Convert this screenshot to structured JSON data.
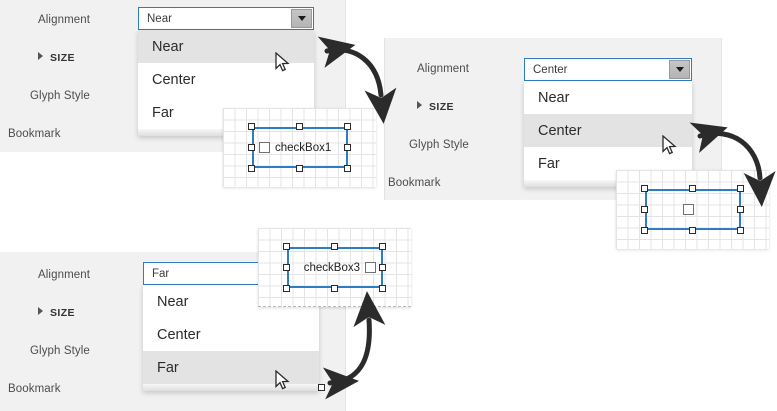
{
  "meta": {
    "accent_blue": "#2e7cc4",
    "panel_bg": "#f1f1f1",
    "highlight_bg": "#e3e3e3",
    "combo_border": "#2d7dbf"
  },
  "panels": [
    {
      "id": "top-left",
      "labels": {
        "alignment": "Alignment",
        "size": "SIZE",
        "glyph_style": "Glyph Style",
        "bookmark": "Bookmark"
      },
      "combo": {
        "value": "Near",
        "caret": "chevron-down-icon"
      },
      "dropdown": {
        "options": [
          "Near",
          "Center",
          "Far"
        ],
        "selected": "Near"
      }
    },
    {
      "id": "middle",
      "labels": {
        "alignment": "Alignment",
        "size": "SIZE",
        "glyph_style": "Glyph Style",
        "bookmark": "Bookmark"
      },
      "combo": {
        "value": "Center",
        "caret": "chevron-down-icon"
      },
      "dropdown": {
        "options": [
          "Near",
          "Center",
          "Far"
        ],
        "selected": "Center"
      }
    },
    {
      "id": "bottom-left",
      "labels": {
        "alignment": "Alignment",
        "size": "SIZE",
        "glyph_style": "Glyph Style",
        "bookmark": "Bookmark"
      },
      "combo": {
        "value": "Far",
        "caret": "chevron-down-icon"
      },
      "dropdown": {
        "options": [
          "Near",
          "Center",
          "Far"
        ],
        "selected": "Far"
      }
    }
  ],
  "surfaces": [
    {
      "id": "surface-near",
      "control_text": "checkBox1",
      "alignment": "near",
      "glyph": "checkbox-glyph"
    },
    {
      "id": "surface-center",
      "control_text": "",
      "alignment": "center",
      "glyph": "checkbox-glyph"
    },
    {
      "id": "surface-far",
      "control_text": "checkBox3",
      "alignment": "far",
      "glyph": "checkbox-glyph"
    }
  ],
  "arrows": [
    {
      "id": "arrow-near-to-surface",
      "kind": "double-curved-arrow"
    },
    {
      "id": "arrow-center-to-surface",
      "kind": "double-curved-arrow"
    },
    {
      "id": "arrow-far-to-surface",
      "kind": "double-curved-arrow"
    }
  ],
  "cursors": [
    {
      "id": "cursor-near",
      "kind": "mouse-pointer"
    },
    {
      "id": "cursor-center",
      "kind": "mouse-pointer"
    },
    {
      "id": "cursor-far",
      "kind": "mouse-pointer"
    }
  ]
}
